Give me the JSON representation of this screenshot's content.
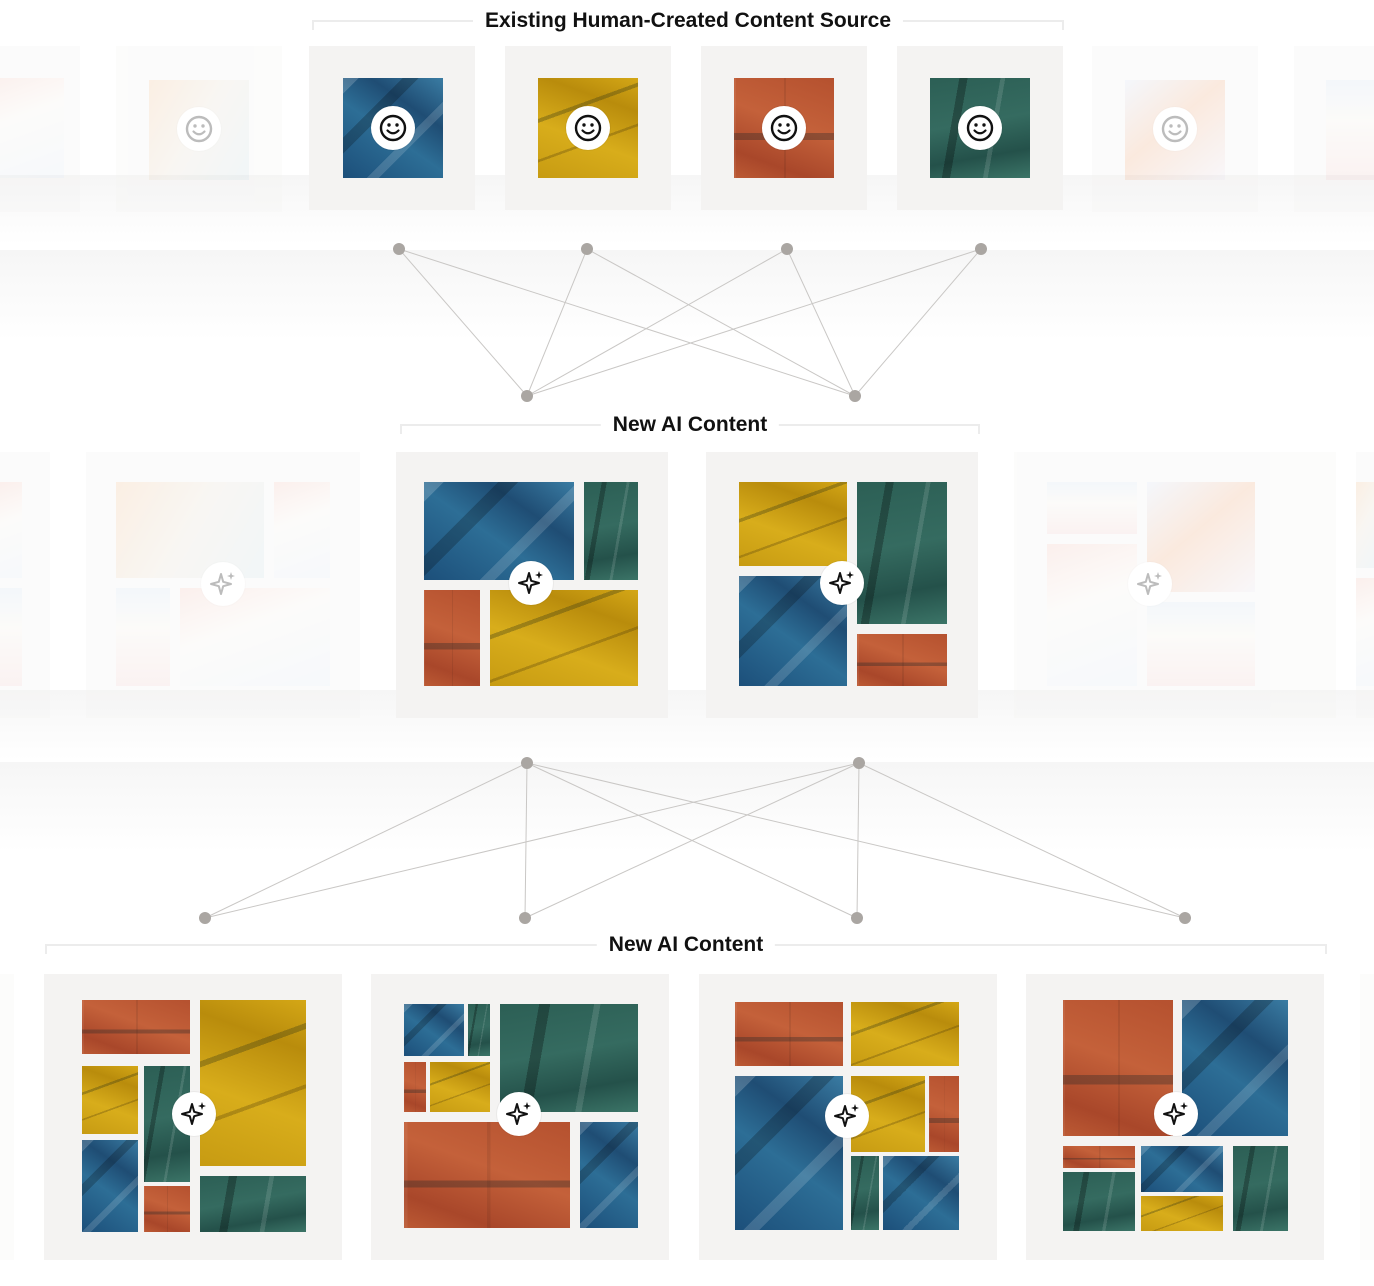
{
  "sections": {
    "source_title": "Existing Human-Created Content Source",
    "ai_title_1": "New AI Content",
    "ai_title_2": "New AI Content"
  },
  "icons": {
    "human_badge": "smiley-face-icon",
    "ai_badge": "sparkle-icon"
  },
  "colors": {
    "card_background": "#f4f3f2",
    "node": "#aaa6a2",
    "edge": "#c9c7c5",
    "paint_blue": "#2d6e96",
    "paint_yellow": "#d8ad1b",
    "paint_red": "#c4613a",
    "paint_green": "#356b60"
  },
  "source_images": [
    "blue",
    "yellow",
    "red",
    "green"
  ],
  "ai_generation_1": [
    {
      "composed_from": [
        "blue",
        "green",
        "red",
        "yellow"
      ]
    },
    {
      "composed_from": [
        "yellow",
        "green",
        "blue",
        "red"
      ]
    }
  ],
  "ai_generation_2": [
    {
      "composed_from": [
        "red",
        "yellow",
        "yellow",
        "green",
        "blue",
        "red",
        "green"
      ]
    },
    {
      "composed_from": [
        "blue",
        "green",
        "green",
        "red",
        "yellow",
        "red",
        "blue"
      ]
    },
    {
      "composed_from": [
        "red",
        "yellow",
        "blue",
        "yellow",
        "red",
        "green",
        "blue"
      ]
    },
    {
      "composed_from": [
        "red",
        "blue",
        "red",
        "blue",
        "green",
        "yellow",
        "green"
      ]
    }
  ]
}
